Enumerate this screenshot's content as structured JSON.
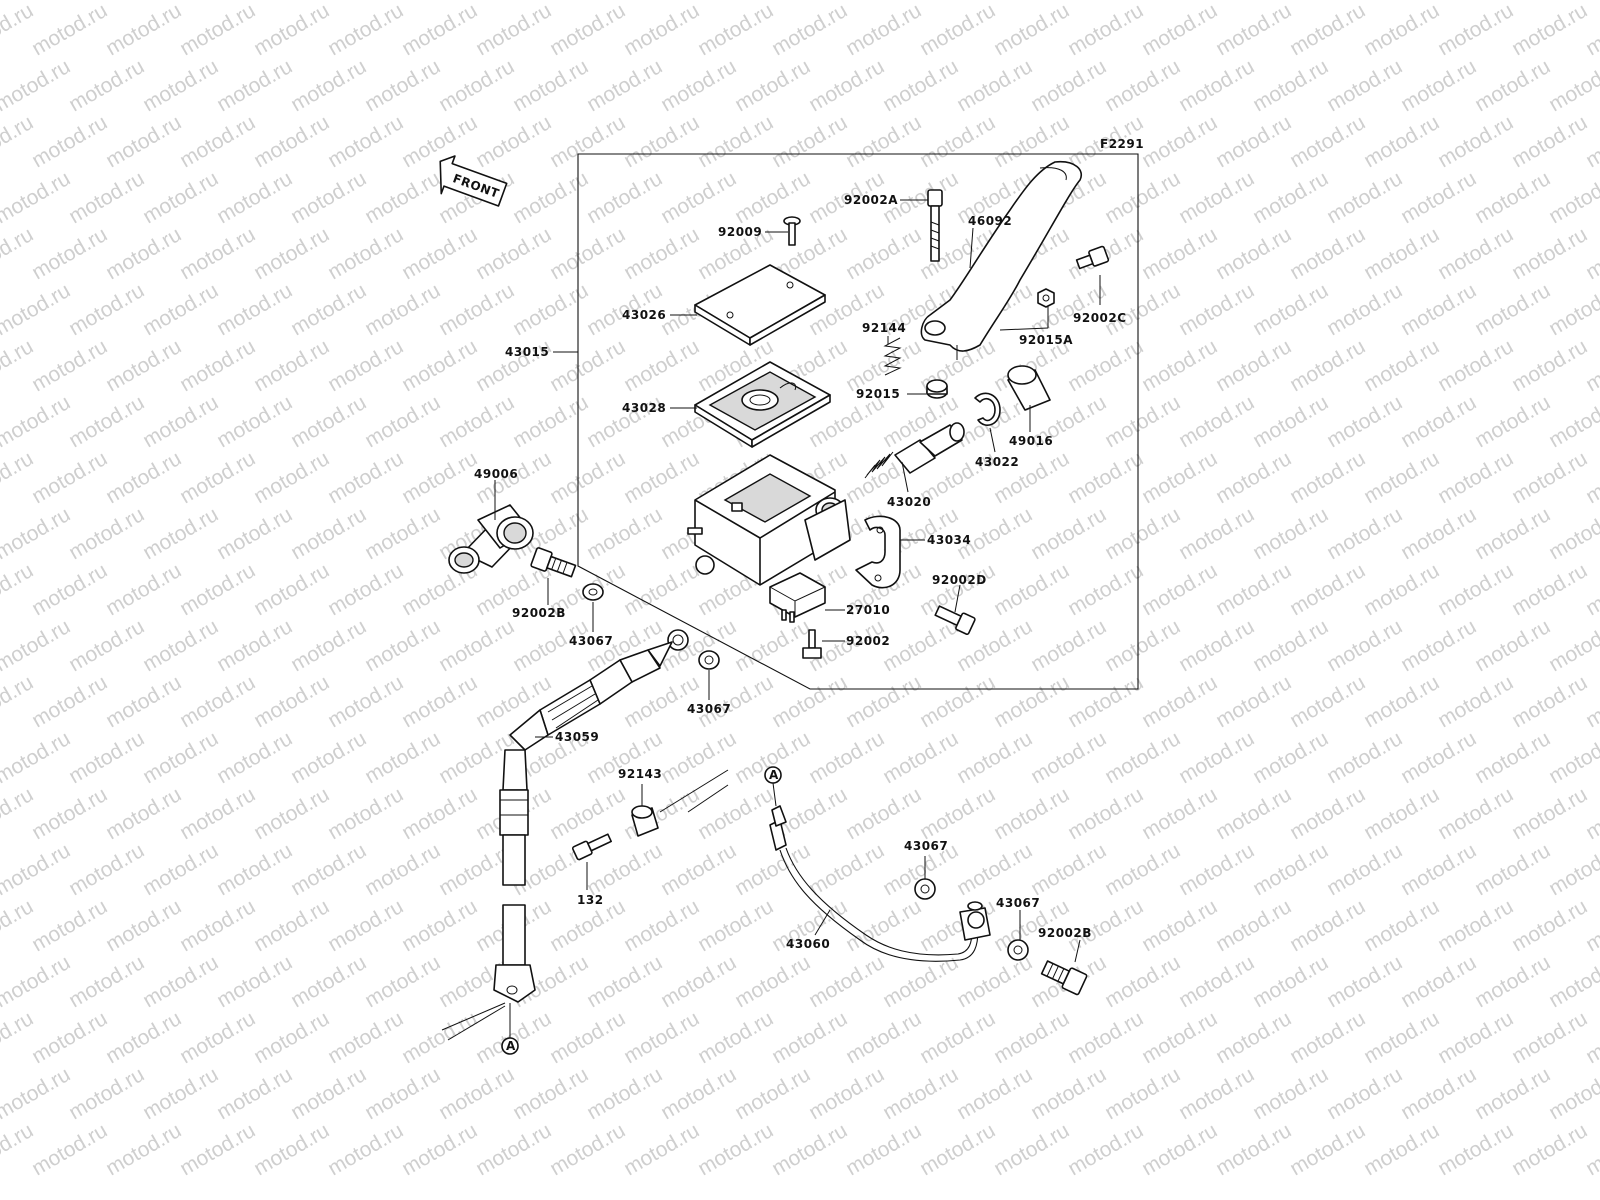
{
  "diagram_code": "F2291",
  "front_arrow_label": "FRONT",
  "watermark_text": "motod.ru",
  "ref_marker": "A",
  "labels": {
    "p92002A": "92002A",
    "p92009": "92009",
    "p46092": "46092",
    "p43026": "43026",
    "p92002C": "92002C",
    "p92144": "92144",
    "p92015A": "92015A",
    "p43015": "43015",
    "p92015": "92015",
    "p43028": "43028",
    "p49016": "49016",
    "p43022": "43022",
    "p49006": "49006",
    "p43020": "43020",
    "p43034": "43034",
    "p92002D": "92002D",
    "p92002B_top": "92002B",
    "p27010": "27010",
    "p43067_a": "43067",
    "p92002": "92002",
    "p43067_b": "43067",
    "p43059": "43059",
    "p92143": "92143",
    "p43067_c": "43067",
    "p132": "132",
    "p43067_d": "43067",
    "p92002B_bottom": "92002B",
    "p43060": "43060"
  }
}
